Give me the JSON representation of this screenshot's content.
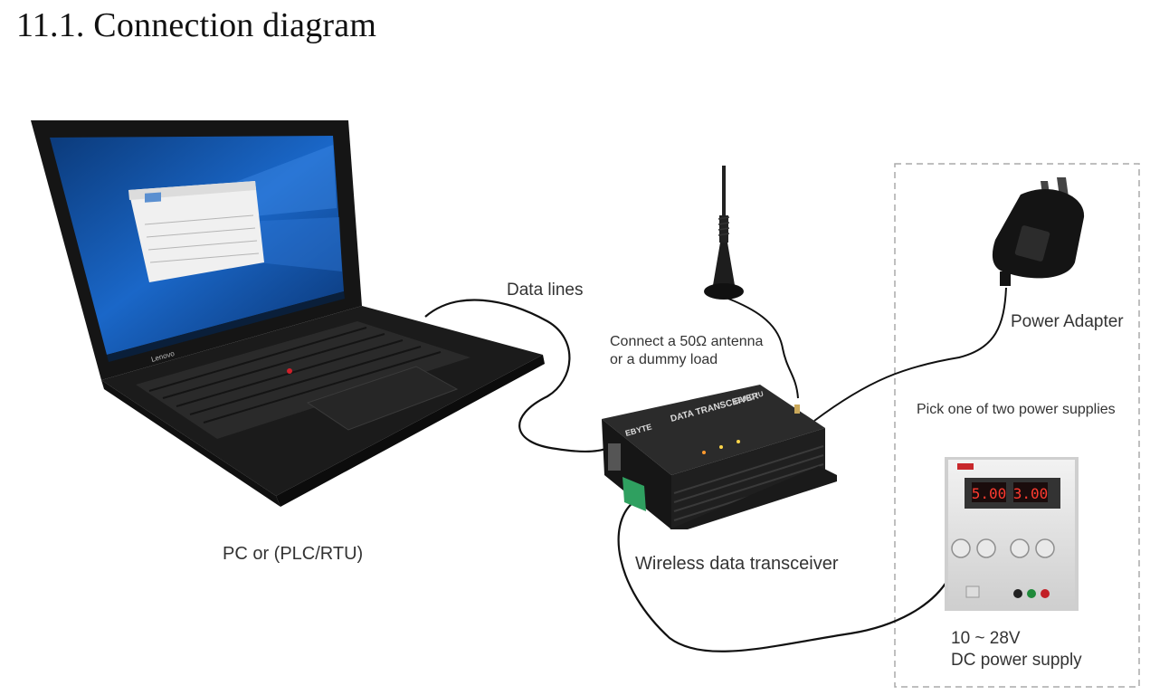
{
  "heading": "11.1. Connection diagram",
  "labels": {
    "data_lines": "Data lines",
    "antenna_line1": "Connect a 50Ω antenna",
    "antenna_line2": "or a dummy load",
    "power_adapter": "Power Adapter",
    "pick_supply": "Pick one of two power supplies",
    "pc": "PC or (PLC/RTU)",
    "transceiver": "Wireless data transceiver",
    "dc_line1": "10 ~ 28V",
    "dc_line2": "DC power supply"
  },
  "device_text": {
    "brand": "EBYTE",
    "product": "DATA TRANSCEIVER",
    "model": "E90-DTU",
    "psu_current": "5.00",
    "psu_voltage": "3.00",
    "laptop_brand": "Lenovo"
  }
}
